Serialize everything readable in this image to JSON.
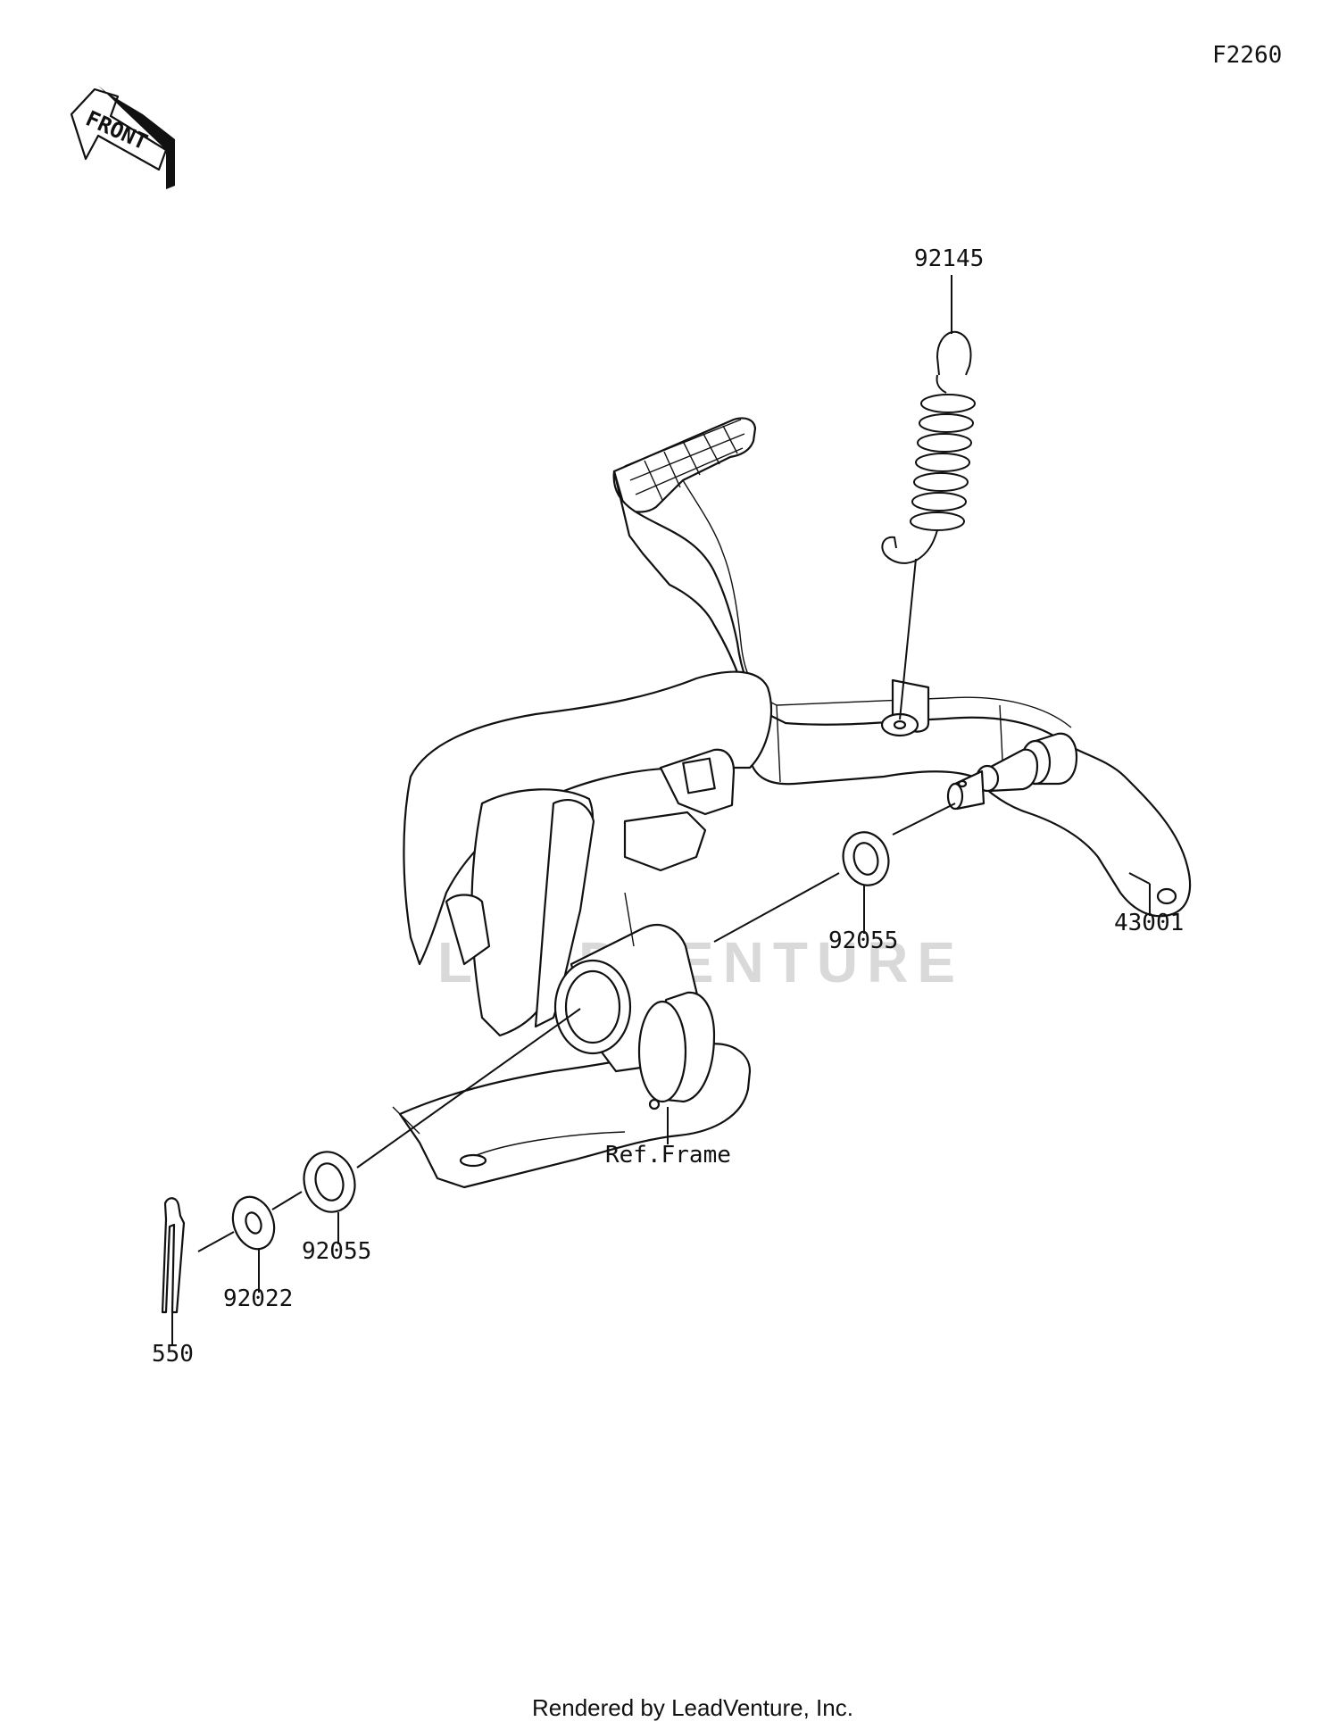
{
  "figure_code": "F2260",
  "front_arrow": {
    "text": "FRONT",
    "icon": "front-direction-arrow-icon"
  },
  "watermark": "LEADVENTURE",
  "callouts": {
    "spring": "92145",
    "pedal": "43001",
    "washer_upper": "92055",
    "frame": "Ref.Frame",
    "washer_lower": "92055",
    "washer_plain": "92022",
    "cotter_pin": "550"
  },
  "footer": "Rendered by LeadVenture, Inc."
}
